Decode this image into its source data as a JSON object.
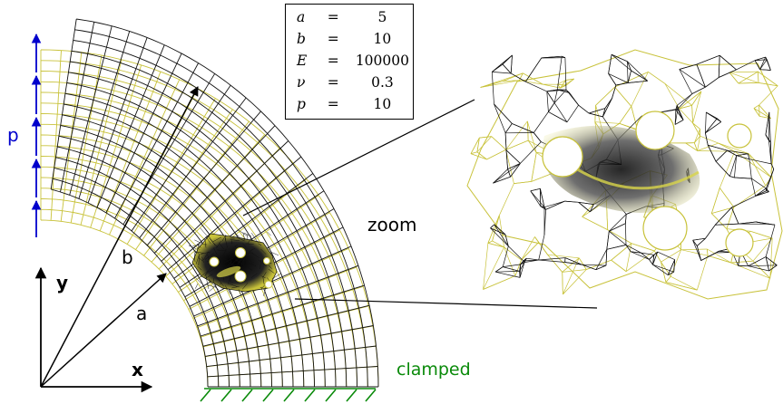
{
  "parameters": [
    {
      "symbol": "a",
      "equals": "=",
      "value": "5"
    },
    {
      "symbol": "b",
      "equals": "=",
      "value": "10"
    },
    {
      "symbol": "E",
      "equals": "=",
      "value": "100000"
    },
    {
      "symbol": "ν",
      "equals": "=",
      "value": "0.3"
    },
    {
      "symbol": "p",
      "equals": "=",
      "value": "10"
    }
  ],
  "labels": {
    "p": "p",
    "b": "b",
    "a": "a",
    "x": "x",
    "y": "y",
    "zoom": "zoom",
    "clamped": "clamped"
  },
  "colors": {
    "mesh_reference": "#c8c23a",
    "mesh_deformed": "#111111",
    "load": "#0000cc",
    "clamp": "#0a8a0a",
    "axes": "#000000"
  }
}
